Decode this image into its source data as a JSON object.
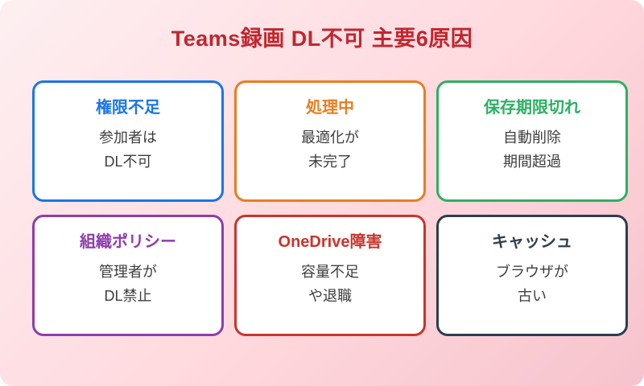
{
  "page": {
    "title": "Teams録画 DL不可 主要6原因",
    "title_color": "#c2262e",
    "background": {
      "start": "#fdeff1",
      "mid": "#ffd9de",
      "end": "#f6c3cd"
    },
    "card_background": "#ffffff",
    "body_text_color": "#3e3e3e"
  },
  "cards": [
    {
      "id": "permission",
      "title": "権限不足",
      "color": "#1a75e8",
      "lines": [
        "参加者は",
        "DL不可"
      ]
    },
    {
      "id": "processing",
      "title": "処理中",
      "color": "#e87e1f",
      "lines": [
        "最適化が",
        "未完了"
      ]
    },
    {
      "id": "retention",
      "title": "保存期限切れ",
      "color": "#2bb163",
      "lines": [
        "自動削除",
        "期間超過"
      ]
    },
    {
      "id": "policy",
      "title": "組織ポリシー",
      "color": "#8e3cad",
      "lines": [
        "管理者が",
        "DL禁止"
      ]
    },
    {
      "id": "onedrive",
      "title": "OneDrive障害",
      "color": "#c9342c",
      "lines": [
        "容量不足",
        "や退職"
      ]
    },
    {
      "id": "cache",
      "title": "キャッシュ",
      "color": "#2c3e50",
      "lines": [
        "ブラウザが",
        "古い"
      ]
    }
  ]
}
